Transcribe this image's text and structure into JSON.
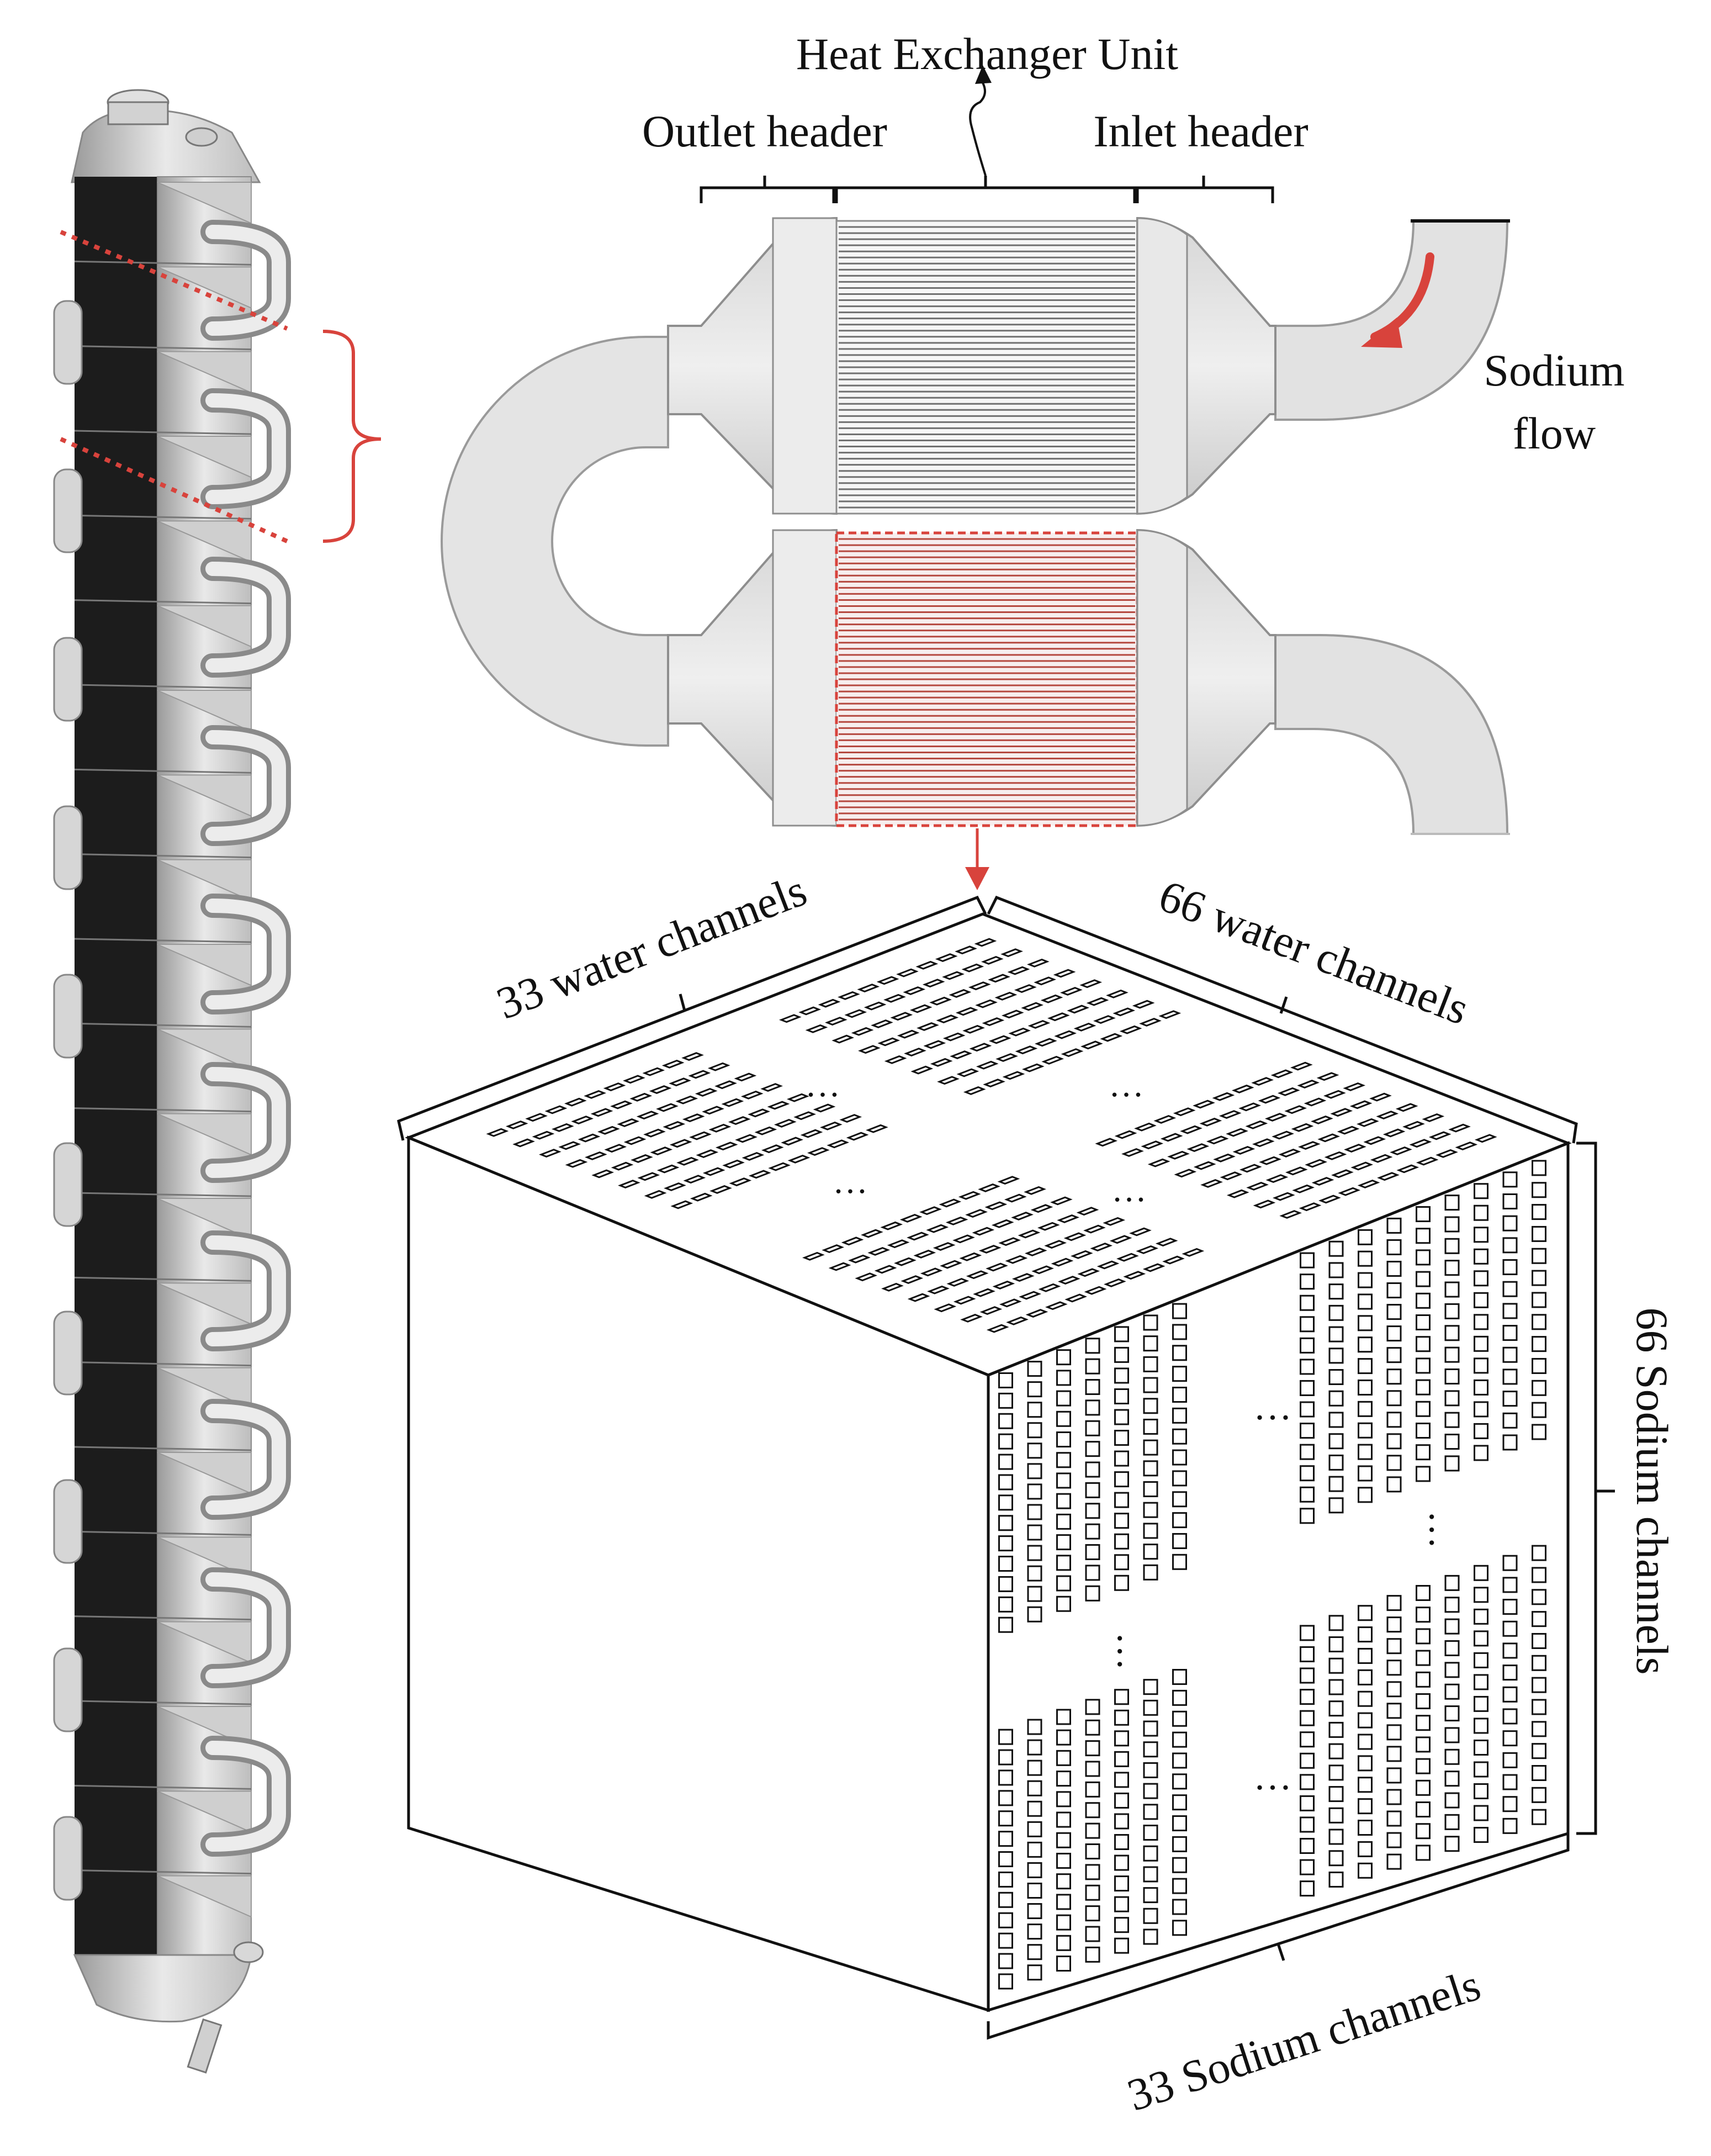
{
  "labels": {
    "heat_exchanger_unit": "Heat Exchanger Unit",
    "outlet_header": "Outlet header",
    "inlet_header": "Inlet header",
    "sodium_flow_line1": "Sodium",
    "sodium_flow_line2": "flow",
    "water_33": "33 water  channels",
    "water_66": "66 water  channels",
    "sodium_66": "66 Sodium channels",
    "sodium_33": "33 Sodium  channels",
    "ellipsis": "…"
  },
  "colors": {
    "highlight_red": "#d8433c",
    "metal_light": "#ececec",
    "metal_mid": "#cfcfcf",
    "metal_dark": "#9a9a9a",
    "tower_dark": "#1c1c1c",
    "core_stripes": "#707070",
    "core_stripes_red": "#b5483f"
  }
}
